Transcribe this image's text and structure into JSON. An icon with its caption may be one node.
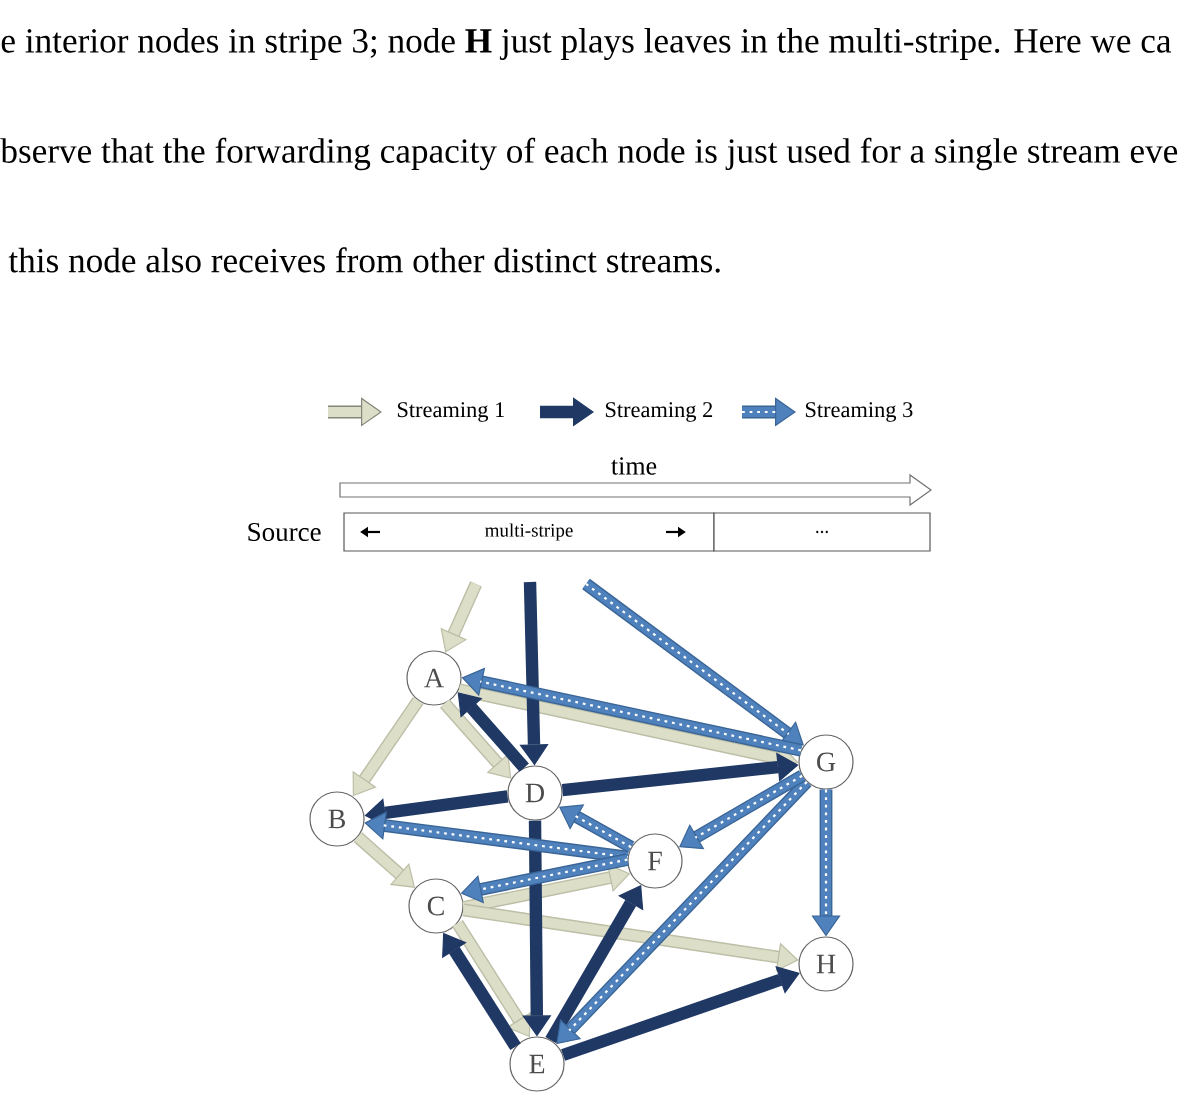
{
  "diagram": {
    "nodes": [
      {
        "text": [
          "multi-stripe"
        ],
        "beside": [
          "Source"
        ]
      },
      {
        "text": [
          "..."
        ]
      },
      {
        "text": [
          "A"
        ]
      },
      {
        "text": [
          "B"
        ]
      },
      {
        "text": [
          "C"
        ]
      },
      {
        "text": [
          "D"
        ]
      },
      {
        "text": [
          "E"
        ]
      },
      {
        "text": [
          "F"
        ]
      },
      {
        "text": [
          "G"
        ]
      },
      {
        "text": [
          "H"
        ]
      }
    ],
    "edges": [
      {
        "from": null,
        "to": 2,
        "arrow": "to",
        "color": "#dcdec8"
      },
      {
        "from": 2,
        "to": 3,
        "arrow": "to",
        "color": "#dcdec8"
      },
      {
        "from": 2,
        "to": 5,
        "arrow": "to",
        "color": "#dcdec8"
      },
      {
        "from": 2,
        "to": 8,
        "arrow": "to",
        "color": "#dcdec8"
      },
      {
        "from": 3,
        "to": 4,
        "arrow": "to",
        "color": "#dcdec8"
      },
      {
        "from": 4,
        "to": 6,
        "arrow": "to",
        "color": "#dcdec8"
      },
      {
        "from": 4,
        "to": 7,
        "arrow": "to",
        "color": "#dcdec8"
      },
      {
        "from": 4,
        "to": 9,
        "arrow": "to",
        "color": "#dcdec8"
      },
      {
        "from": null,
        "to": 5,
        "arrow": "to",
        "color": "#1f3864"
      },
      {
        "from": 5,
        "to": 2,
        "arrow": "to",
        "color": "#1f3864"
      },
      {
        "from": 5,
        "to": 3,
        "arrow": "to",
        "color": "#1f3864"
      },
      {
        "from": 5,
        "to": 6,
        "arrow": "to",
        "color": "#1f3864"
      },
      {
        "from": 5,
        "to": 8,
        "arrow": "to",
        "color": "#1f3864"
      },
      {
        "from": 6,
        "to": 4,
        "arrow": "to",
        "color": "#1f3864"
      },
      {
        "from": 6,
        "to": 7,
        "arrow": "to",
        "color": "#1f3864"
      },
      {
        "from": 6,
        "to": 9,
        "arrow": "to",
        "color": "#1f3864"
      },
      {
        "from": null,
        "to": 8,
        "arrow": "to",
        "color": "#4f81bd"
      },
      {
        "from": 8,
        "to": 2,
        "arrow": "to",
        "color": "#4f81bd"
      },
      {
        "from": 8,
        "to": 6,
        "arrow": "to",
        "color": "#4f81bd"
      },
      {
        "from": 8,
        "to": 7,
        "arrow": "to",
        "color": "#4f81bd"
      },
      {
        "from": 8,
        "to": 9,
        "arrow": "to",
        "color": "#4f81bd"
      },
      {
        "from": 7,
        "to": 3,
        "arrow": "to",
        "color": "#4f81bd"
      },
      {
        "from": 7,
        "to": 4,
        "arrow": "to",
        "color": "#4f81bd"
      },
      {
        "from": 7,
        "to": 5,
        "arrow": "to",
        "color": "#4f81bd"
      }
    ],
    "labels": [
      "e interior nodes in stripe 3; node **H** just plays leaves in the multi-stripe. Here we ca",
      "bserve that the forwarding capacity of each node is just used for a single stream eve",
      "this node also receives from other distinct streams.",
      "time"
    ],
    "legend": [
      {
        "text": "Streaming 1"
      },
      {
        "text": "Streaming 2"
      },
      {
        "text": "Streaming 3"
      }
    ]
  }
}
